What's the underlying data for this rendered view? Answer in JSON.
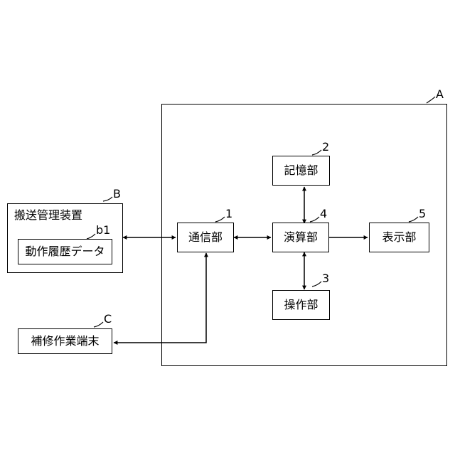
{
  "diagram": {
    "system": {
      "ref": "A"
    },
    "transport_device": {
      "ref": "B",
      "label": "搬送管理装置",
      "data_box": {
        "ref": "b1",
        "label": "動作履歴データ"
      }
    },
    "repair_terminal": {
      "ref": "C",
      "label": "補修作業端末"
    },
    "communication_unit": {
      "ref": "1",
      "label": "通信部"
    },
    "operation_unit": {
      "ref": "3",
      "label": "操作部"
    },
    "storage_unit": {
      "ref": "2",
      "label": "記憶部"
    },
    "computing_unit": {
      "ref": "4",
      "label": "演算部"
    },
    "display_unit": {
      "ref": "5",
      "label": "表示部"
    }
  },
  "colors": {
    "line": "#000000",
    "background": "#ffffff"
  }
}
